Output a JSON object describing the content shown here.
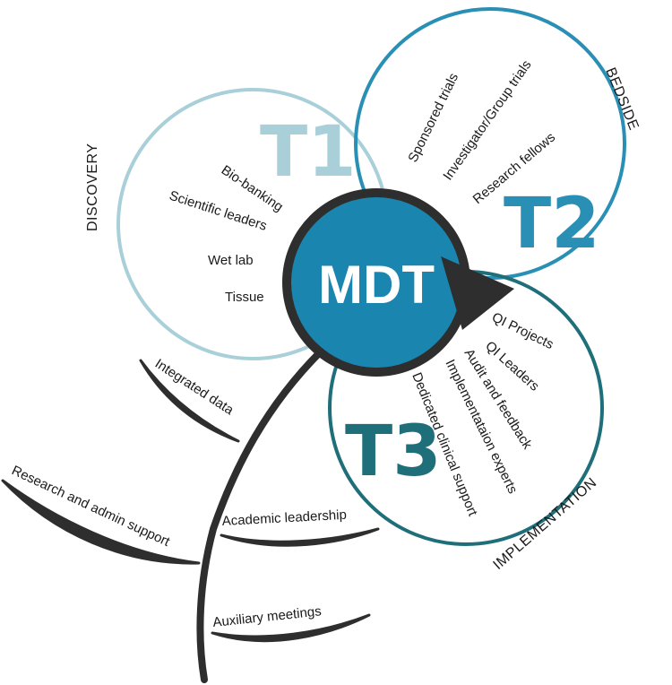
{
  "center": {
    "label": "MDT"
  },
  "t1": {
    "title": "T1",
    "phase": "DISCOVERY",
    "items": [
      "Bio-banking",
      "Scientific leaders",
      "Wet lab",
      "Tissue"
    ]
  },
  "t2": {
    "title": "T2",
    "phase": "BEDSIDE",
    "items": [
      "Sponsored trials",
      "Investigator/Group trials",
      "Research fellows"
    ]
  },
  "t3": {
    "title": "T3",
    "phase": "IMPLEMENTATION",
    "items": [
      "QI Projects",
      "QI Leaders",
      "Audit and feedback",
      "Implementataion experts",
      "Dedicated clinical support"
    ]
  },
  "stem": {
    "leaves": [
      "Integrated data",
      "Research and admin support",
      "Academic leadership",
      "Auxiliary meetings"
    ]
  },
  "colors": {
    "t1": "#a9d0d9",
    "t2": "#2a8fb5",
    "t3": "#1e6f7a",
    "mdt": "#1a86b0",
    "dark": "#2e2e2e"
  }
}
